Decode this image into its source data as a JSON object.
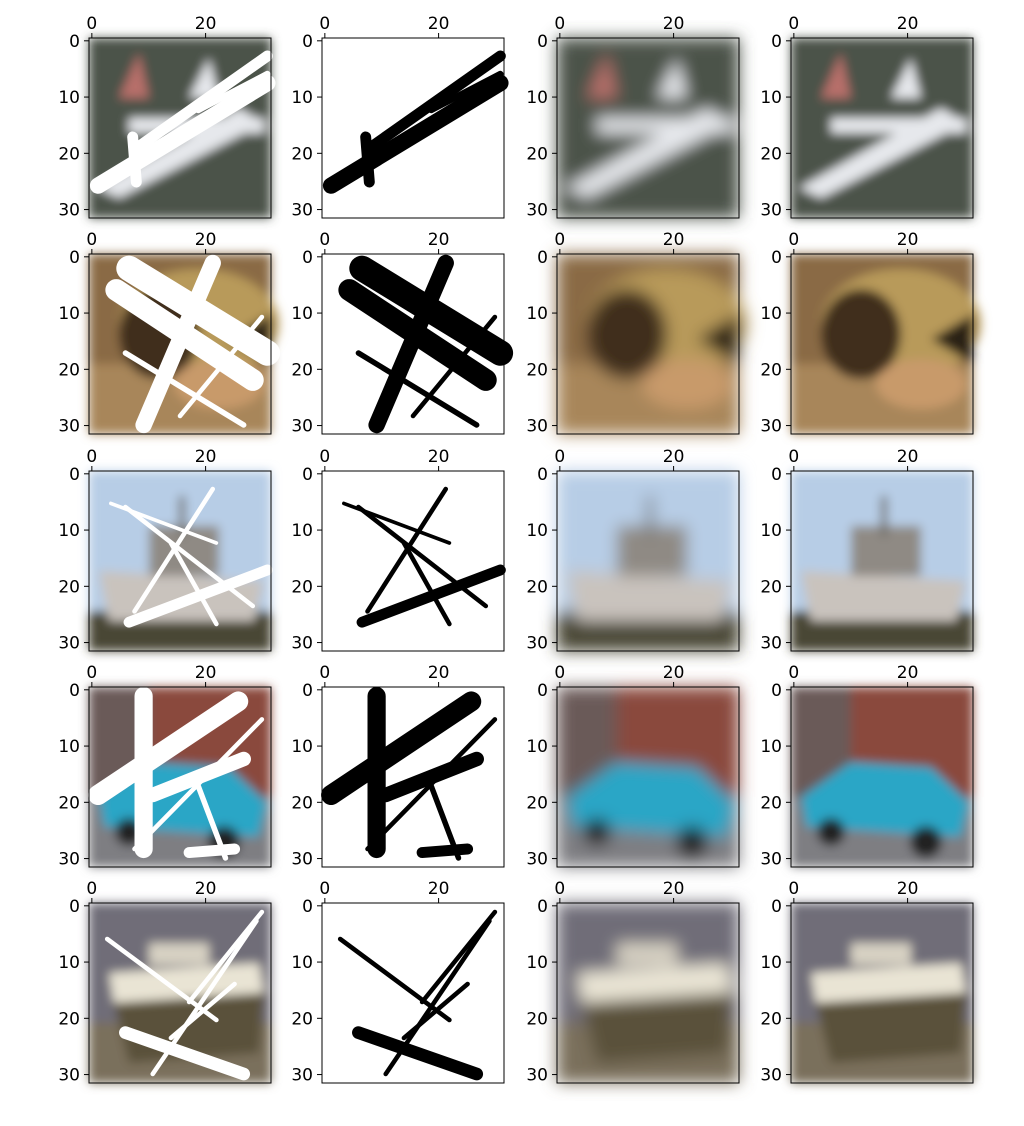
{
  "chart_data": {
    "type": "image-grid",
    "rows": 5,
    "cols": 4,
    "axis": {
      "xlim": [
        -0.5,
        31.5
      ],
      "ylim": [
        31.5,
        -0.5
      ],
      "x_ticks": [
        0,
        20
      ],
      "y_ticks": [
        0,
        10,
        20,
        30
      ],
      "x_tick_position": "top"
    },
    "column_kinds": [
      "masked-input",
      "mask",
      "reconstruction",
      "original"
    ],
    "panels": [
      {
        "row": 0,
        "subject": "airplane",
        "colors": {
          "bg": "#4b5248",
          "fg": "#e6e8ec",
          "accent": "#b8706a"
        }
      },
      {
        "row": 1,
        "subject": "frog",
        "colors": {
          "bg": "#8a6a45",
          "fg": "#3f2f1e",
          "accent": "#b89a5a"
        }
      },
      {
        "row": 2,
        "subject": "ship",
        "colors": {
          "bg": "#b7cde6",
          "fg": "#c9c3bd",
          "accent": "#4a4636"
        }
      },
      {
        "row": 3,
        "subject": "car",
        "colors": {
          "bg": "#8a4a3c",
          "fg": "#2aa6c6",
          "accent": "#5a5a5a"
        }
      },
      {
        "row": 4,
        "subject": "boat",
        "colors": {
          "bg": "#6f6d78",
          "fg": "#e9e4d4",
          "accent": "#5a513a"
        }
      }
    ]
  }
}
